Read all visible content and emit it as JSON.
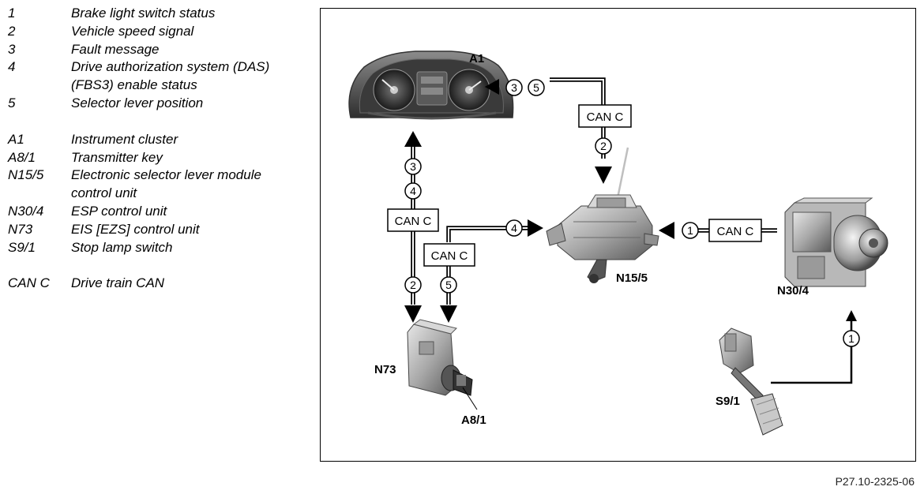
{
  "legend": {
    "signals": [
      {
        "key": "1",
        "text": "Brake light switch status"
      },
      {
        "key": "2",
        "text": "Vehicle speed signal"
      },
      {
        "key": "3",
        "text": "Fault message"
      },
      {
        "key": "4",
        "text": "Drive authorization system (DAS)\n(FBS3) enable status"
      },
      {
        "key": "5",
        "text": "Selector lever position"
      }
    ],
    "components": [
      {
        "key": "A1",
        "text": "Instrument cluster"
      },
      {
        "key": "A8/1",
        "text": "Transmitter key"
      },
      {
        "key": "N15/5",
        "text": "Electronic selector lever module\ncontrol unit"
      },
      {
        "key": "N30/4",
        "text": "ESP control unit"
      },
      {
        "key": "N73",
        "text": "EIS [EZS] control unit"
      },
      {
        "key": "S9/1",
        "text": "Stop lamp switch"
      }
    ],
    "buses": [
      {
        "key": "CAN C",
        "text": "Drive train CAN"
      }
    ]
  },
  "diagram": {
    "components": {
      "a1": "A1",
      "a8_1": "A8/1",
      "n15_5": "N15/5",
      "n30_4": "N30/4",
      "n73": "N73",
      "s9_1": "S9/1"
    },
    "can_label": "CAN C",
    "signal_numbers": {
      "one": "1",
      "two": "2",
      "three": "3",
      "four": "4",
      "five": "5"
    }
  },
  "figure_ref": "P27.10-2325-06"
}
